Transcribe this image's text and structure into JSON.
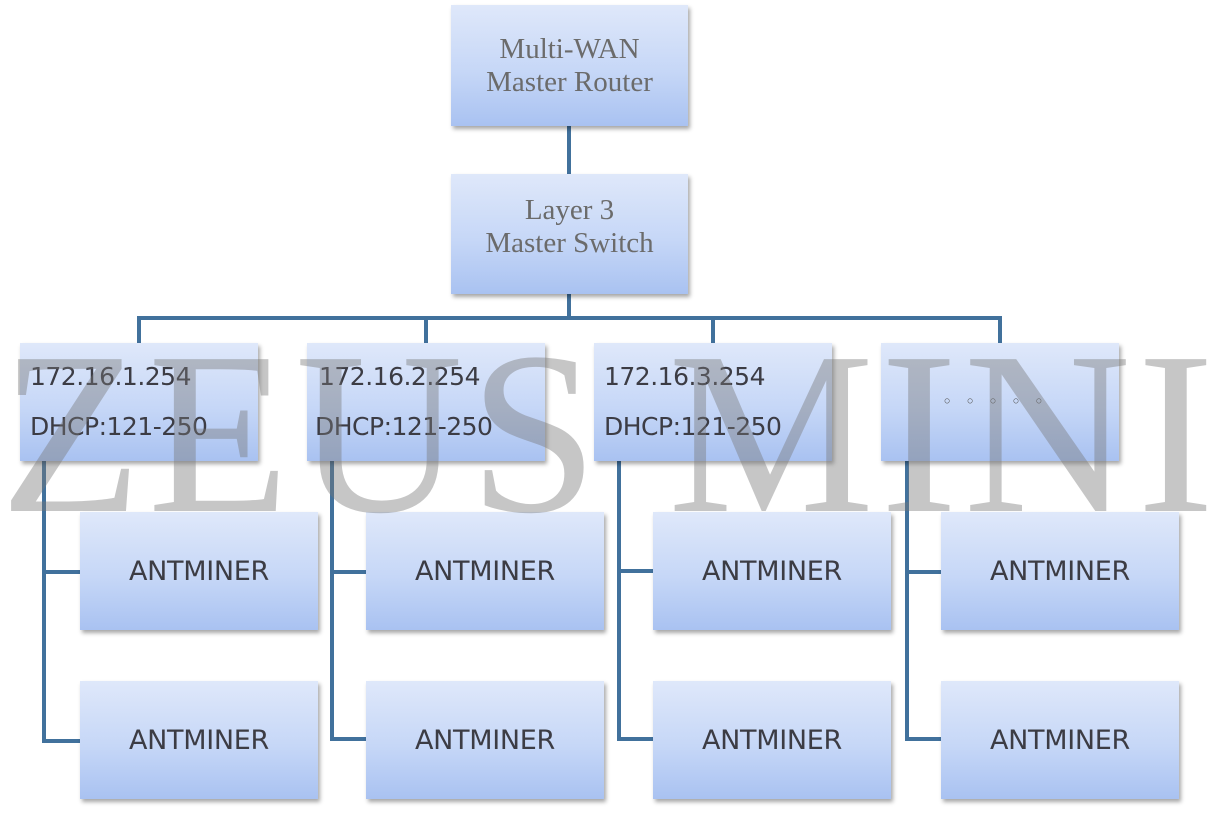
{
  "diagram": {
    "root": {
      "label_line1": "Multi-WAN",
      "label_line2": "Master Router"
    },
    "switch": {
      "label_line1": "Layer 3",
      "label_line2": "Master Switch"
    },
    "subnets": [
      {
        "ip": "172.16.1.254",
        "dhcp": "DHCP:121-250",
        "miners": [
          "ANTMINER",
          "ANTMINER"
        ]
      },
      {
        "ip": "172.16.2.254",
        "dhcp": "DHCP:121-250",
        "miners": [
          "ANTMINER",
          "ANTMINER"
        ]
      },
      {
        "ip": "172.16.3.254",
        "dhcp": "DHCP:121-250",
        "miners": [
          "ANTMINER",
          "ANTMINER"
        ]
      },
      {
        "ellipsis": "◦◦◦◦◦",
        "miners": [
          "ANTMINER",
          "ANTMINER"
        ]
      }
    ],
    "colors": {
      "line": "#41719c",
      "box_top": "#dfe8fa",
      "box_bottom": "#a9c2f1"
    }
  },
  "watermark": "ZEUS MINING"
}
